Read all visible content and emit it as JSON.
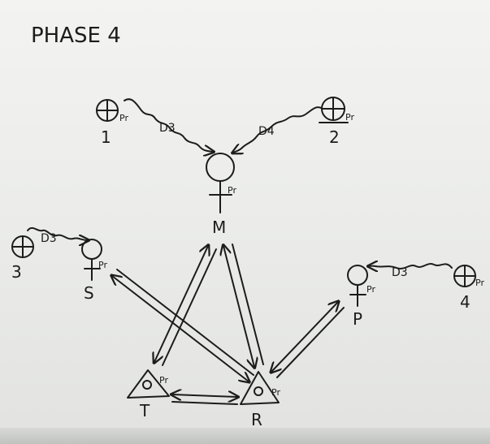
{
  "title": "PHASE 4",
  "nodes": {
    "n1": {
      "label": "1",
      "mark": "Pr"
    },
    "n2": {
      "label": "2",
      "mark": "Pr"
    },
    "n3": {
      "label": "3"
    },
    "n4": {
      "label": "4",
      "mark": "Pr"
    },
    "M": {
      "label": "M",
      "mark": "Pr"
    },
    "S": {
      "label": "S",
      "mark": "Pr"
    },
    "P": {
      "label": "P",
      "mark": "Pr"
    },
    "T": {
      "label": "T",
      "mark": "Pr"
    },
    "R": {
      "label": "R",
      "mark": "Pr"
    }
  },
  "transfers": {
    "n1_to_M": "D3",
    "n2_to_M": "D4",
    "n3_to_S": "D3",
    "n4_to_P": "D3"
  }
}
